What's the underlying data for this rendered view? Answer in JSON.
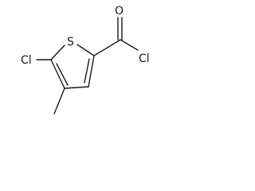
{
  "molecule": {
    "atoms": {
      "sulfur": "S",
      "oxygen": "O",
      "acyl_chlorine": "Cl",
      "ring_chlorine": "Cl"
    }
  }
}
